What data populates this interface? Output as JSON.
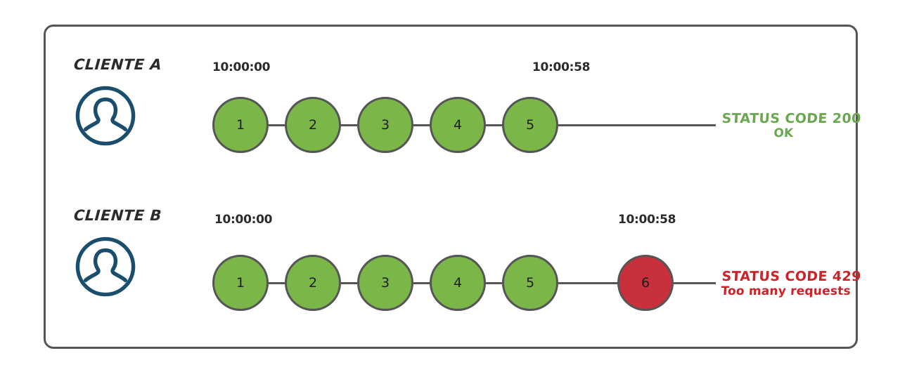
{
  "diagram": {
    "title_present": false,
    "colors": {
      "node_ok": "#7ab648",
      "node_error": "#c8303c",
      "node_stroke": "#555555",
      "frame_stroke": "#555555",
      "avatar": "#1a4e6e",
      "status_ok_text": "#6aa84f",
      "status_error_text": "#cc2229",
      "timestamp_text": "#2b2b2b",
      "client_label_text": "#2b2b2b"
    },
    "rows": [
      {
        "id": "client-a",
        "client_label": "CLIENTE A",
        "avatar_icon": "user-circle-icon",
        "start_timestamp": "10:00:00",
        "end_timestamp": "10:00:58",
        "requests": [
          {
            "number": "1",
            "state": "ok"
          },
          {
            "number": "2",
            "state": "ok"
          },
          {
            "number": "3",
            "state": "ok"
          },
          {
            "number": "4",
            "state": "ok"
          },
          {
            "number": "5",
            "state": "ok"
          }
        ],
        "status": {
          "line1": "STATUS CODE 200",
          "line2": "OK",
          "state": "ok"
        }
      },
      {
        "id": "client-b",
        "client_label": "CLIENTE B",
        "avatar_icon": "user-circle-icon",
        "start_timestamp": "10:00:00",
        "end_timestamp": "10:00:58",
        "requests": [
          {
            "number": "1",
            "state": "ok"
          },
          {
            "number": "2",
            "state": "ok"
          },
          {
            "number": "3",
            "state": "ok"
          },
          {
            "number": "4",
            "state": "ok"
          },
          {
            "number": "5",
            "state": "ok"
          },
          {
            "number": "6",
            "state": "error"
          }
        ],
        "status": {
          "line1": "STATUS CODE 429",
          "line2": "Too many requests",
          "state": "error"
        }
      }
    ]
  }
}
